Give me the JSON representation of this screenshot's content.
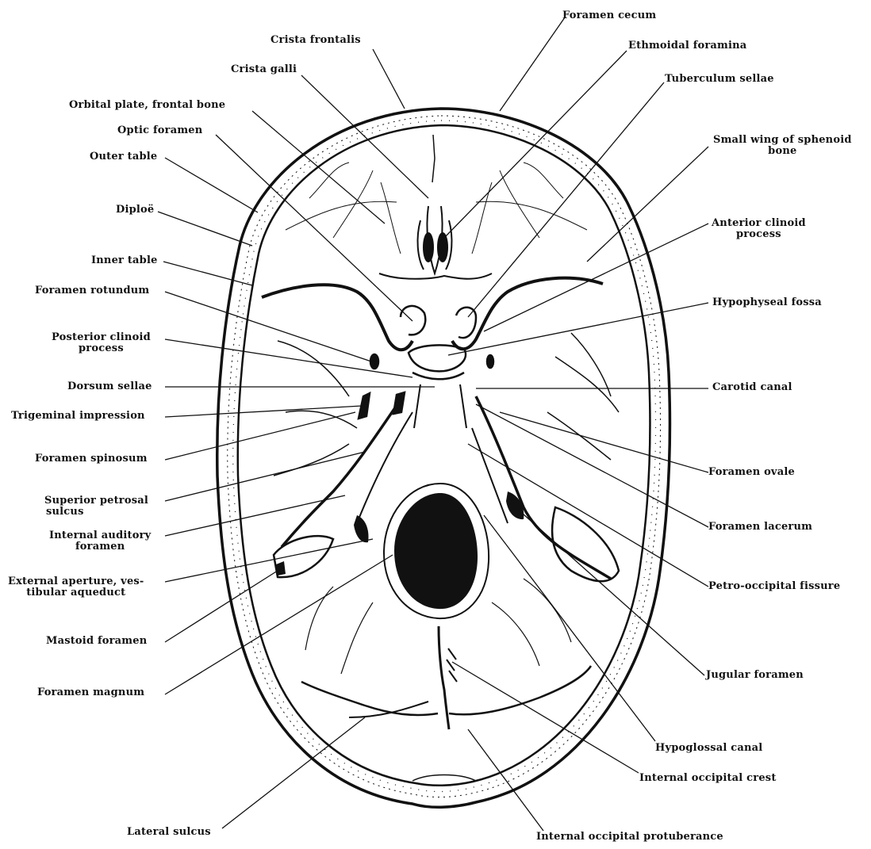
{
  "figure": {
    "labels": {
      "foramen_cecum": "Foramen cecum",
      "crista_frontalis": "Crista frontalis",
      "ethmoidal_foramina": "Ethmoidal foramina",
      "crista_galli": "Crista galli",
      "tuberculum_sellae": "Tuberculum sellae",
      "orbital_plate": "Orbital plate, frontal bone",
      "optic_foramen": "Optic foramen",
      "small_wing_1": "Small wing of sphenoid",
      "small_wing_2": "bone",
      "outer_table": "Outer table",
      "diploe": "Diploë",
      "anterior_clinoid_1": "Anterior clinoid",
      "anterior_clinoid_2": "process",
      "inner_table": "Inner table",
      "foramen_rotundum": "Foramen rotundum",
      "hypophyseal_fossa": "Hypophyseal fossa",
      "posterior_clinoid_1": "Posterior clinoid",
      "posterior_clinoid_2": "process",
      "dorsum_sellae": "Dorsum sellae",
      "carotid_canal": "Carotid canal",
      "trigeminal_impression": "Trigeminal impression",
      "foramen_spinosum": "Foramen spinosum",
      "foramen_ovale": "Foramen ovale",
      "superior_petrosal_1": "Superior petrosal",
      "superior_petrosal_2": "sulcus",
      "foramen_lacerum": "Foramen lacerum",
      "internal_auditory_1": "Internal auditory",
      "internal_auditory_2": "foramen",
      "external_aperture_1": "External aperture, ves-",
      "external_aperture_2": "tibular aqueduct",
      "petro_occipital": "Petro-occipital fissure",
      "mastoid_foramen": "Mastoid foramen",
      "jugular_foramen": "Jugular foramen",
      "foramen_magnum": "Foramen magnum",
      "hypoglossal_canal": "Hypoglossal canal",
      "internal_occipital_crest": "Internal occipital crest",
      "lateral_sulcus": "Lateral sulcus",
      "internal_occipital_protuberance": "Internal occipital protuberance"
    }
  }
}
